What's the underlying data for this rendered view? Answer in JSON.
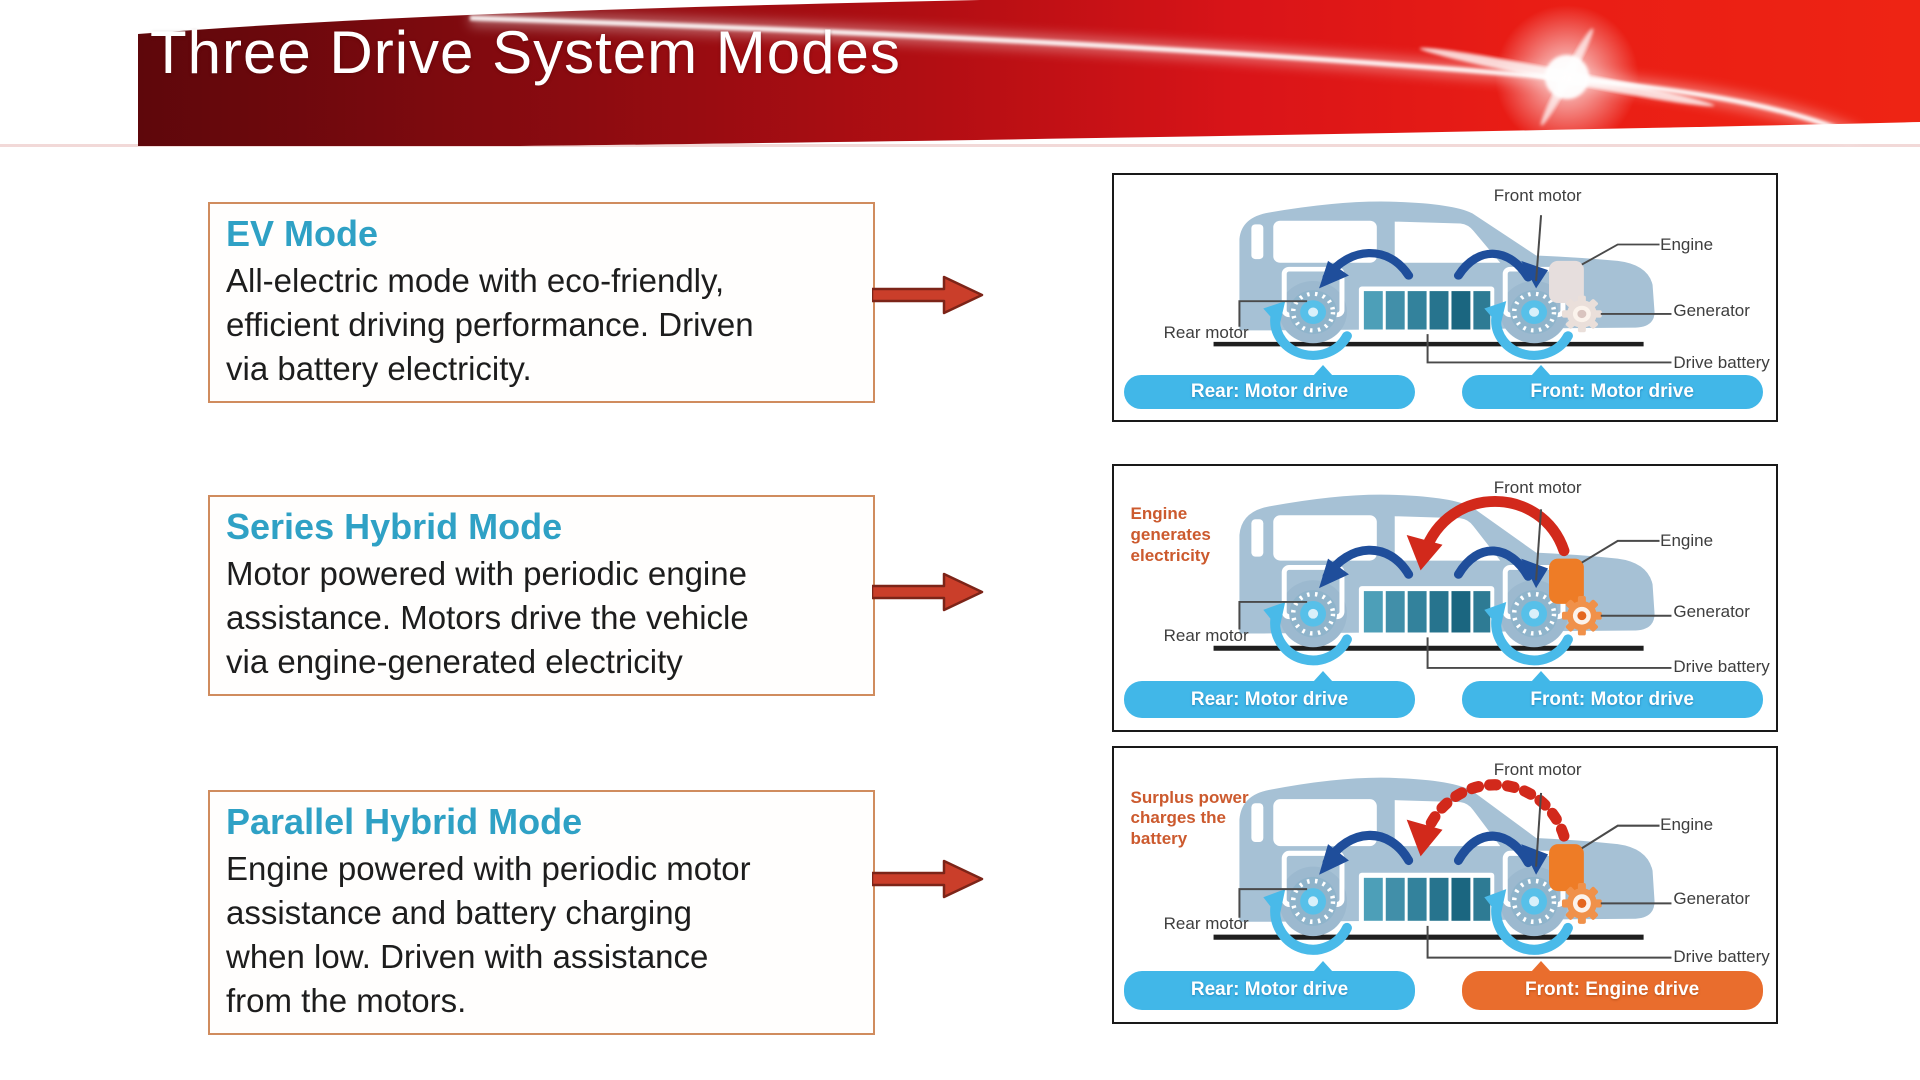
{
  "header": {
    "title": "Three Drive System Modes"
  },
  "modes": [
    {
      "title": "EV Mode",
      "description_lines": [
        "All-electric mode with eco-friendly,",
        "efficient driving performance. Driven",
        "via battery electricity."
      ],
      "diagram": {
        "labels": {
          "front_motor": "Front motor",
          "engine": "Engine",
          "generator": "Generator",
          "drive_battery": "Drive battery",
          "rear_motor": "Rear motor"
        },
        "annotation_lines": [],
        "red_arrow": "none",
        "engine_color": "#e6dedd",
        "generator_color": "#eadfda",
        "generator_core_color": "#d9c4bf",
        "pills": [
          {
            "label": "Rear: Motor drive",
            "color": "blue"
          },
          {
            "label": "Front: Motor drive",
            "color": "blue"
          }
        ]
      }
    },
    {
      "title": "Series Hybrid Mode",
      "description_lines": [
        "Motor powered with periodic engine",
        "assistance. Motors drive the vehicle",
        "via engine-generated electricity"
      ],
      "diagram": {
        "labels": {
          "front_motor": "Front motor",
          "engine": "Engine",
          "generator": "Generator",
          "drive_battery": "Drive battery",
          "rear_motor": "Rear motor"
        },
        "annotation_lines": [
          "Engine",
          "generates",
          "electricity"
        ],
        "red_arrow": "solid",
        "engine_color": "#ee7c26",
        "generator_color": "#f0914a",
        "generator_core_color": "#e4671f",
        "pills": [
          {
            "label": "Rear: Motor drive",
            "color": "blue"
          },
          {
            "label": "Front: Motor drive",
            "color": "blue"
          }
        ]
      }
    },
    {
      "title": "Parallel Hybrid Mode",
      "description_lines": [
        "Engine powered with periodic motor",
        "assistance and battery charging",
        "when low. Driven with assistance",
        "from the motors."
      ],
      "diagram": {
        "labels": {
          "front_motor": "Front motor",
          "engine": "Engine",
          "generator": "Generator",
          "drive_battery": "Drive battery",
          "rear_motor": "Rear motor"
        },
        "annotation_lines": [
          "Surplus power",
          "charges the",
          "battery"
        ],
        "red_arrow": "dashed",
        "engine_color": "#ee7c26",
        "generator_color": "#f0914a",
        "generator_core_color": "#e4671f",
        "pills": [
          {
            "label": "Rear: Motor drive",
            "color": "blue"
          },
          {
            "label": "Front: Engine drive",
            "color": "orange"
          }
        ]
      }
    }
  ],
  "colors": {
    "banner_dark_red": "#5e070b",
    "banner_bright_red": "#ee2414",
    "heading_teal": "#2fa1c5",
    "box_border": "#d08c5e",
    "flow_arrow": "#ca3e2a",
    "car_body": "#a6c1d5",
    "battery_teal": "#27748e",
    "dark_blue_arrow": "#1f4e9b",
    "light_blue_arc": "#49bae9",
    "red_power_arrow": "#d2291b",
    "pill_blue": "#41b7e8",
    "pill_orange": "#e96d2d",
    "annotation_red": "#cc5a2e"
  }
}
